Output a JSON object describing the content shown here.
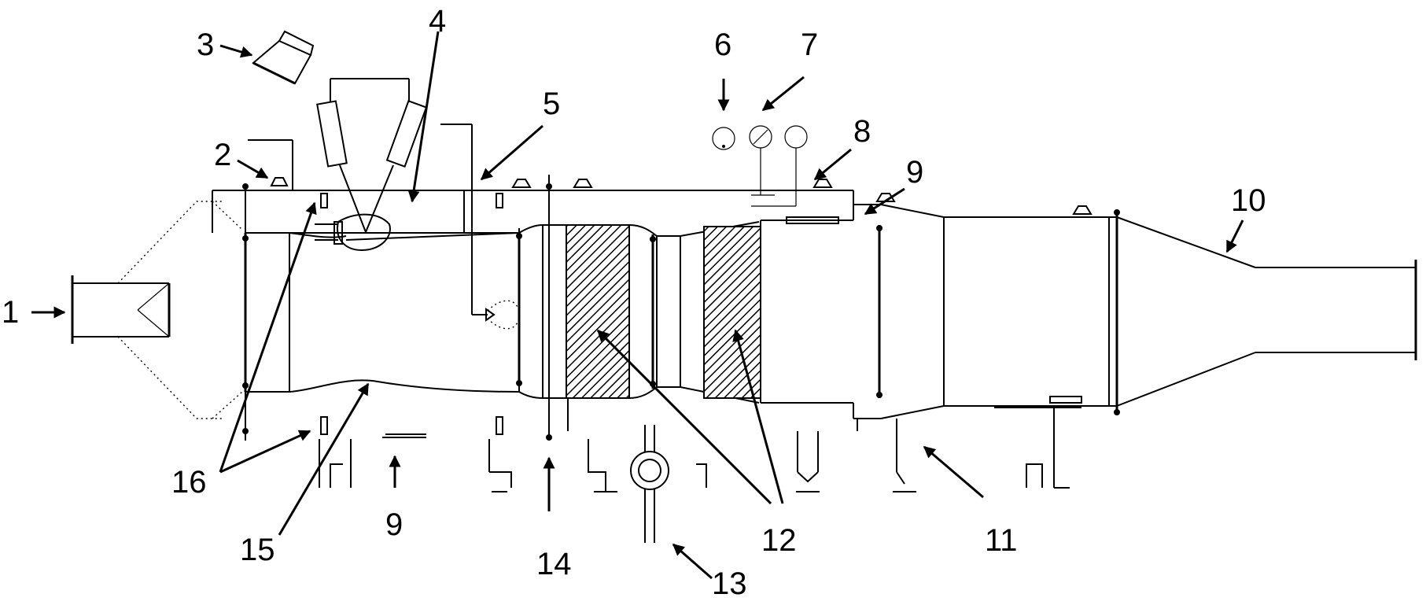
{
  "figure": {
    "background_color": "#ffffff",
    "line_color": "#000000",
    "labels": [
      {
        "id": "label-1",
        "text": "1"
      },
      {
        "id": "label-2",
        "text": "2"
      },
      {
        "id": "label-3",
        "text": "3"
      },
      {
        "id": "label-4",
        "text": "4"
      },
      {
        "id": "label-5",
        "text": "5"
      },
      {
        "id": "label-6",
        "text": "6"
      },
      {
        "id": "label-7",
        "text": "7"
      },
      {
        "id": "label-8",
        "text": "8"
      },
      {
        "id": "label-9-top",
        "text": "9"
      },
      {
        "id": "label-10",
        "text": "10"
      },
      {
        "id": "label-11",
        "text": "11"
      },
      {
        "id": "label-12",
        "text": "12"
      },
      {
        "id": "label-13",
        "text": "13"
      },
      {
        "id": "label-14",
        "text": "14"
      },
      {
        "id": "label-15",
        "text": "15"
      },
      {
        "id": "label-16",
        "text": "16"
      },
      {
        "id": "label-9-bottom",
        "text": "9"
      }
    ]
  }
}
